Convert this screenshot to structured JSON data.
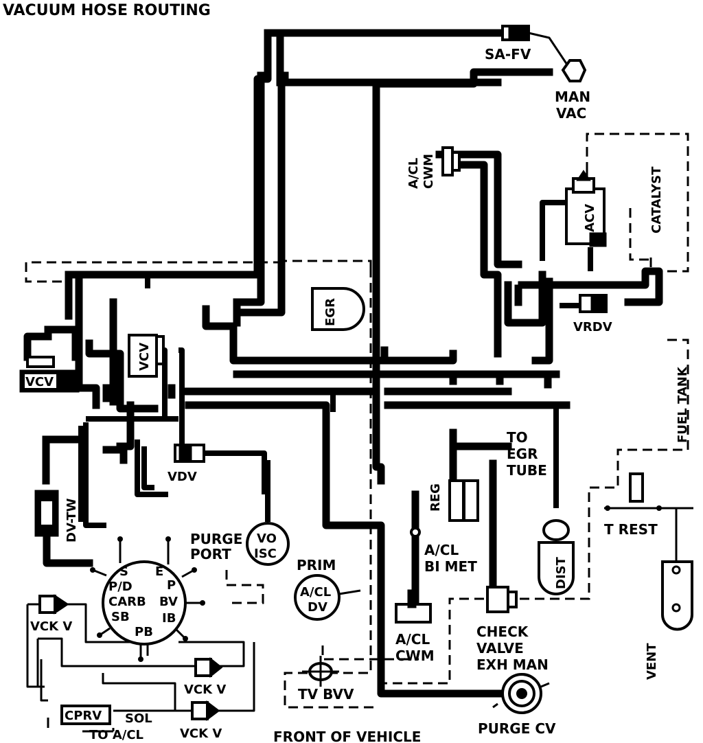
{
  "title": "VACUUM HOSE ROUTING",
  "components": {
    "sa_fv": "SA-FV",
    "man": "MAN",
    "vac": "VAC",
    "acl_cwm_top_1": "A/CL",
    "acl_cwm_top_2": "CWM",
    "catalyst": "CATALYST",
    "acv": "ACV",
    "egr": "EGR",
    "vrdv": "VRDV",
    "vcv_left": "VCV",
    "vcv_mid": "VCV",
    "fuel_tank": "FUEL TANK",
    "to": "TO",
    "egr2": "EGR",
    "tube": "TUBE",
    "reg": "REG",
    "dv_tw": "DV-TW",
    "vdv": "VDV",
    "vo": "VO",
    "isc": "ISC",
    "purge": "PURGE",
    "port": "PORT",
    "prim": "PRIM",
    "acl_dv_1": "A/CL",
    "acl_dv_2": "DV",
    "acl_bimet_1": "A/CL",
    "acl_bimet_2": "BI MET",
    "dist": "DIST",
    "t_rest": "T REST",
    "check": "CHECK",
    "valve": "VALVE",
    "exh_man": "EXH MAN",
    "acl_cwm_bot_1": "A/CL",
    "acl_cwm_bot_2": "CWM",
    "vent": "VENT",
    "vckv_1": "VCK V",
    "vckv_2": "VCK V",
    "vckv_3": "VCK V",
    "cprv": "CPRV",
    "sol": "SOL",
    "to_acl": "TO A/CL",
    "tv_bvv": "TV BVV",
    "front_of_vehicle": "FRONT OF VEHICLE",
    "purge_cv": "PURGE CV"
  },
  "carb_ports": {
    "s": "S",
    "e": "E",
    "pd": "P/D",
    "p": "P",
    "carb": "CARB",
    "bv": "BV",
    "sb": "SB",
    "ib": "IB",
    "pb": "PB"
  }
}
